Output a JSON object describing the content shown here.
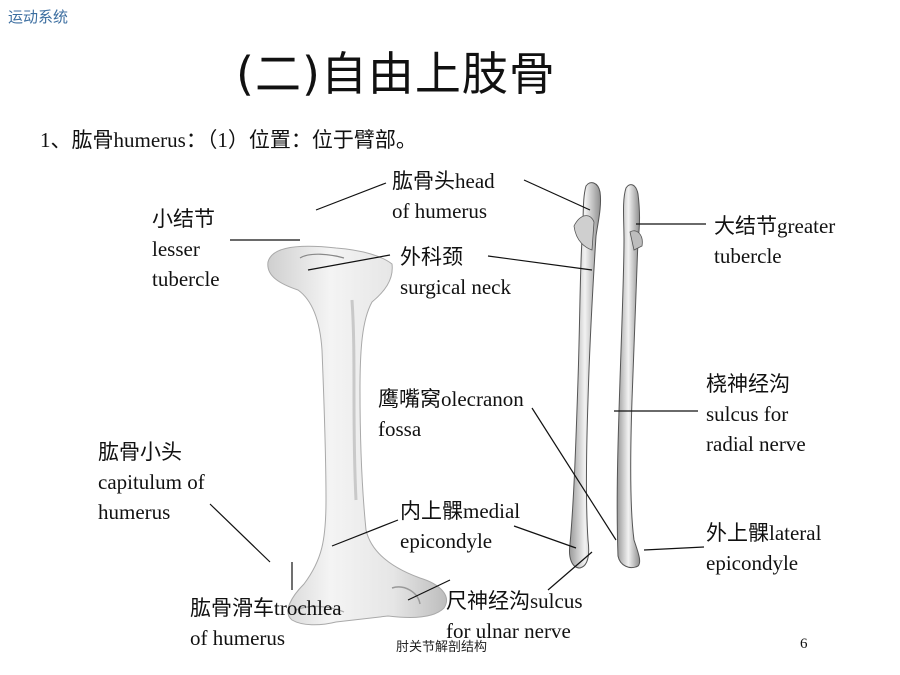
{
  "header": "运动系统",
  "title": "(二)自由上肢骨",
  "subtitle": "1、肱骨humerus：（1）位置：位于臂部。",
  "labels": {
    "head": [
      "肱骨头head",
      "of humerus"
    ],
    "lesser_tubercle": [
      "小结节",
      "lesser",
      "tubercle"
    ],
    "surgical_neck": [
      "外科颈",
      "surgical neck"
    ],
    "greater_tubercle": [
      "大结节greater",
      "tubercle"
    ],
    "olecranon_fossa": [
      "鹰嘴窝olecranon",
      "fossa"
    ],
    "radial_sulcus": [
      "桡神经沟",
      "sulcus for",
      "radial nerve"
    ],
    "capitulum": [
      "肱骨小头",
      "capitulum of",
      "humerus"
    ],
    "medial_epicondyle": [
      "内上髁medial",
      "epicondyle"
    ],
    "lateral_epicondyle": [
      "外上髁lateral",
      "epicondyle"
    ],
    "trochlea": [
      "肱骨滑车trochlea",
      "of humerus"
    ],
    "ulnar_sulcus": [
      "尺神经沟sulcus",
      "for ulnar nerve"
    ]
  },
  "footer": "肘关节解剖结构",
  "page_number": "6"
}
